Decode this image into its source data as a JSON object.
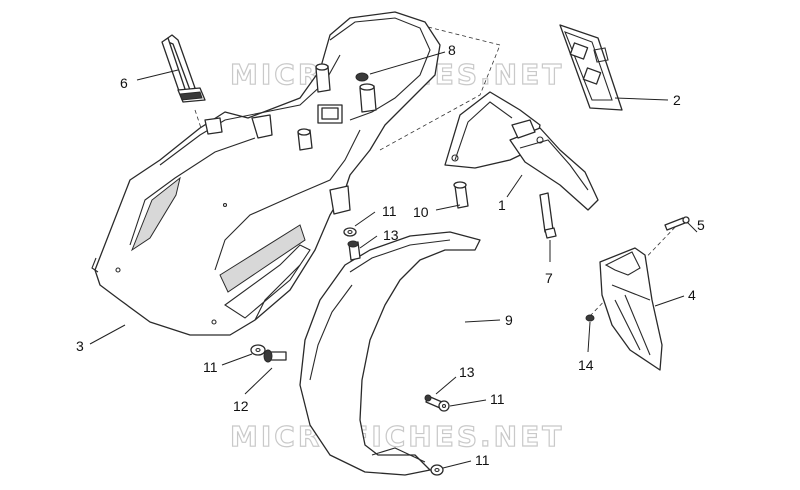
{
  "watermark": "MICROFICHES.NET",
  "callouts": {
    "c1": "1",
    "c2": "2",
    "c3": "3",
    "c4": "4",
    "c5": "5",
    "c6": "6",
    "c7": "7",
    "c8": "8",
    "c9": "9",
    "c10": "10",
    "c11a": "11",
    "c11b": "11",
    "c11c": "11",
    "c11d": "11",
    "c12": "12",
    "c13a": "13",
    "c13b": "13",
    "c14": "14"
  }
}
